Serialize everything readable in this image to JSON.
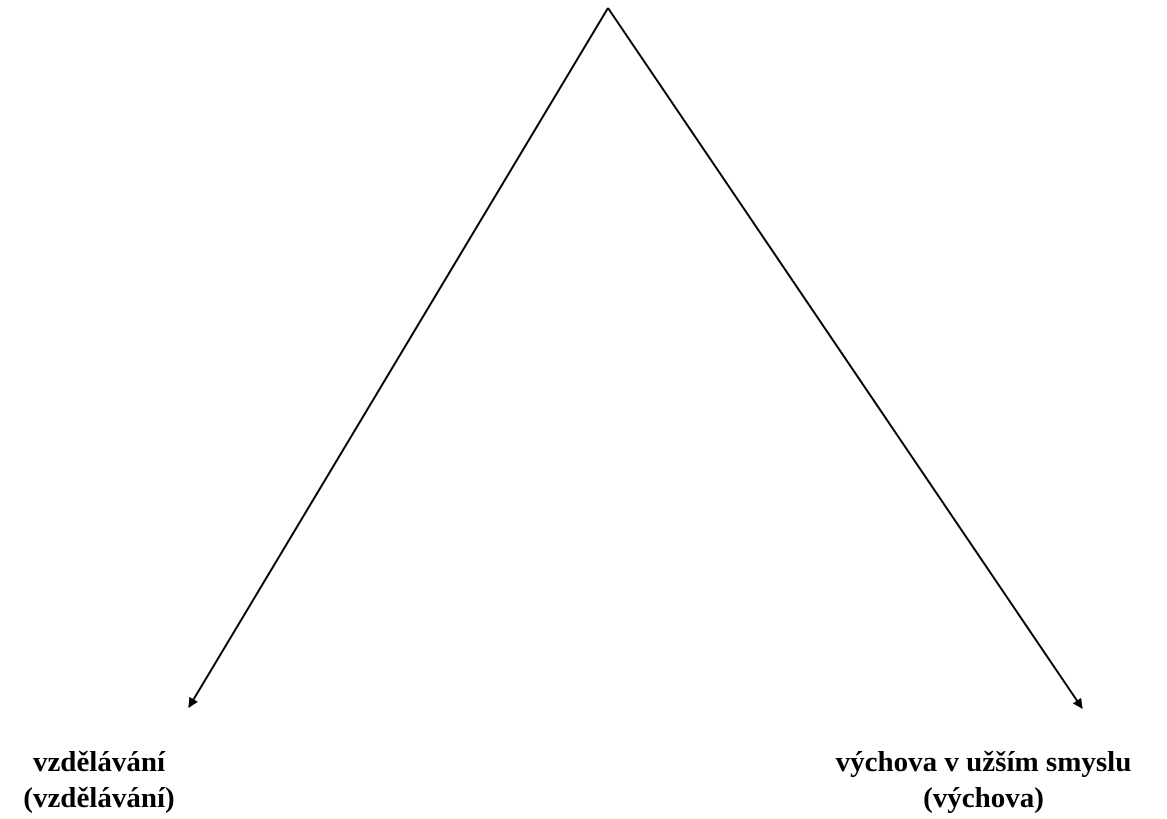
{
  "diagram": {
    "left_branch": {
      "line1": "vzdělávání",
      "line2": "(vzdělávání)"
    },
    "right_branch": {
      "line1": "výchova v užším smyslu",
      "line2": "(výchova)"
    },
    "colors": {
      "stroke": "#000000",
      "background": "#ffffff"
    }
  }
}
